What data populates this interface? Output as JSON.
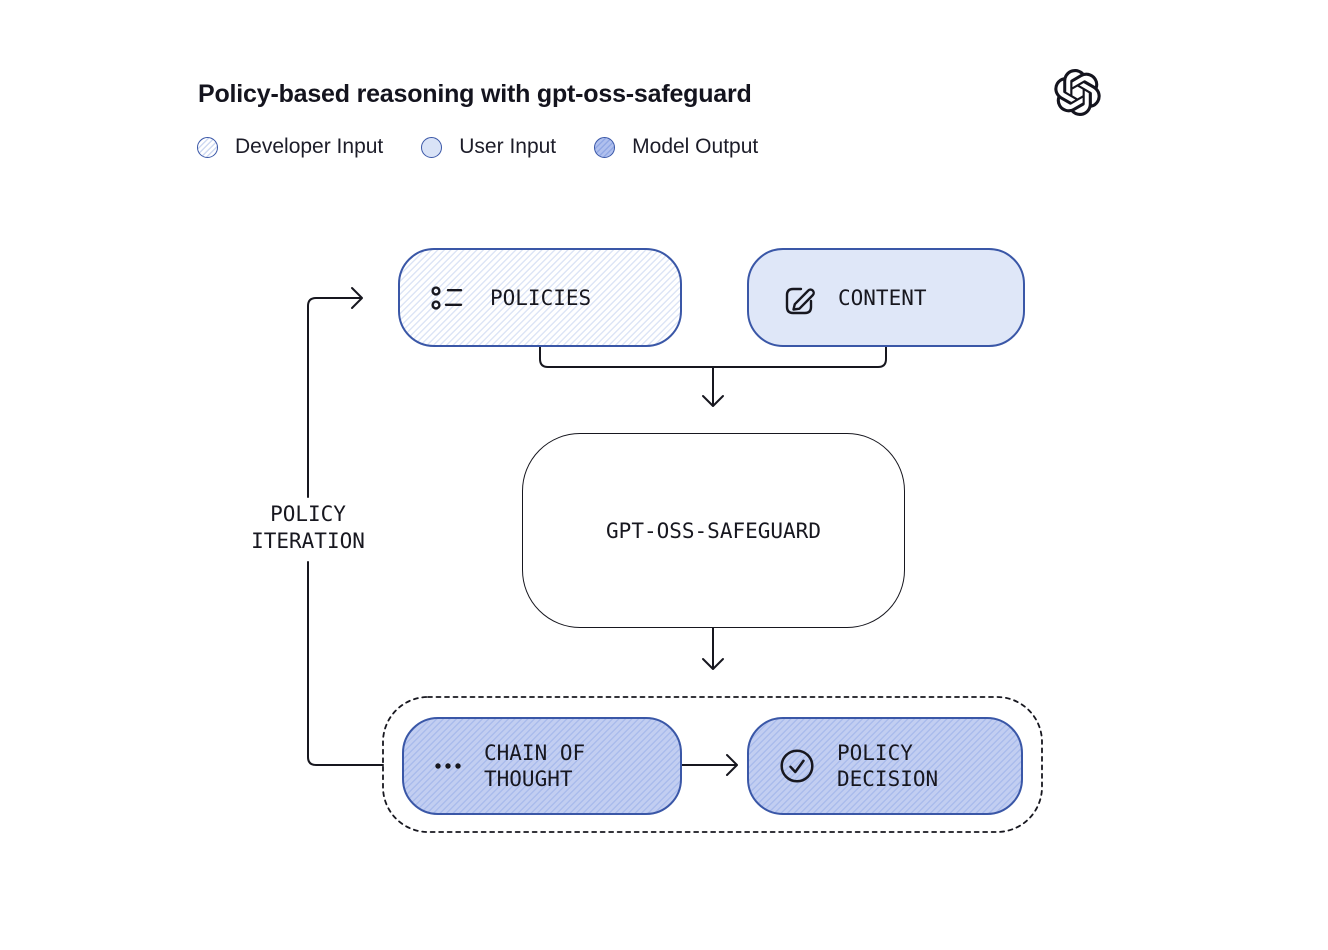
{
  "header": {
    "title": "Policy-based reasoning with gpt-oss-safeguard"
  },
  "legend": {
    "items": [
      {
        "label": "Developer Input",
        "swatch": "hatch-light"
      },
      {
        "label": "User Input",
        "swatch": "solid-light"
      },
      {
        "label": "Model Output",
        "swatch": "hatch-dark"
      }
    ]
  },
  "diagram": {
    "policies": {
      "label": "POLICIES",
      "icon": "list-icon"
    },
    "content": {
      "label": "CONTENT",
      "icon": "edit-icon"
    },
    "model": {
      "label": "GPT-OSS-SAFEGUARD"
    },
    "chain_of_thought": {
      "label": "CHAIN OF THOUGHT",
      "icon": "ellipsis-icon"
    },
    "policy_decision": {
      "label": "POLICY DECISION",
      "icon": "check-circle-icon"
    },
    "loop_label": "POLICY ITERATION"
  },
  "colors": {
    "border_blue": "#3a57a7",
    "user_input_fill": "#dfe7f8",
    "developer_hatch_base": "#ffffff",
    "developer_hatch_stripe": "#dde5f6",
    "model_output_hatch_base": "#c2cef1",
    "model_output_hatch_stripe": "#aabcec",
    "ink": "#17171f"
  }
}
